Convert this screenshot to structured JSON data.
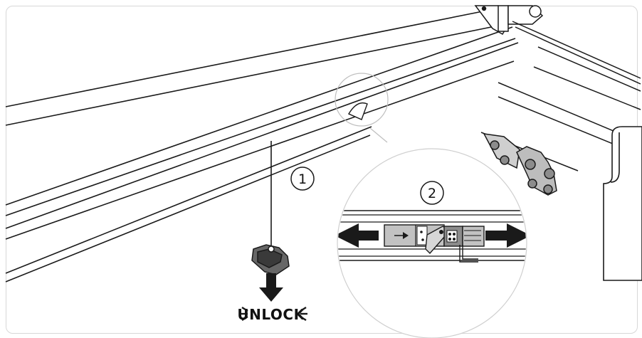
{
  "labels": {
    "step1": "1",
    "step2": "2",
    "action": "UNLOCK"
  },
  "colors": {
    "line": "#1a1a1a",
    "fill_dark": "#333333",
    "fill_mid": "#666666",
    "fill_light": "#bdbdbd",
    "frame_border": "#d7d7d7"
  },
  "icons": {
    "left_arrow": "left-arrow-icon",
    "right_arrow": "right-arrow-icon",
    "down_arrow": "down-arrow-icon",
    "small_arrow": "small-right-arrow-icon"
  }
}
